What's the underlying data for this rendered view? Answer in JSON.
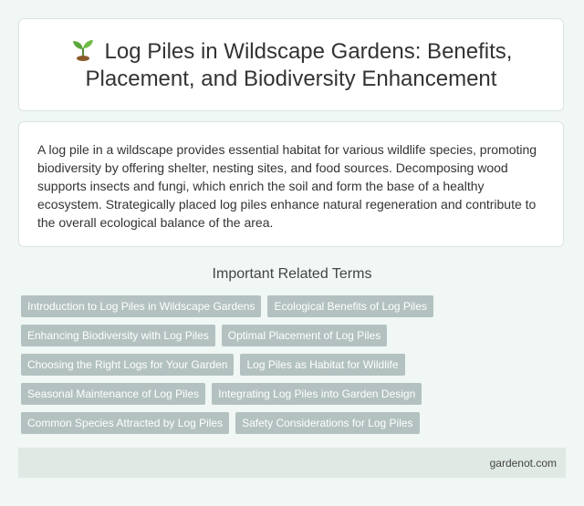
{
  "header": {
    "icon": "sprout-icon",
    "title": "Log Piles in Wildscape Gardens: Benefits, Placement, and Biodiversity Enhancement"
  },
  "description": "A log pile in a wildscape provides essential habitat for various wildlife species, promoting biodiversity by offering shelter, nesting sites, and food sources. Decomposing wood supports insects and fungi, which enrich the soil and form the base of a healthy ecosystem. Strategically placed log piles enhance natural regeneration and contribute to the overall ecological balance of the area.",
  "related": {
    "heading": "Important Related Terms",
    "tags": [
      "Introduction to Log Piles in Wildscape Gardens",
      "Ecological Benefits of Log Piles",
      "Enhancing Biodiversity with Log Piles",
      "Optimal Placement of Log Piles",
      "Choosing the Right Logs for Your Garden",
      "Log Piles as Habitat for Wildlife",
      "Seasonal Maintenance of Log Piles",
      "Integrating Log Piles into Garden Design",
      "Common Species Attracted by Log Piles",
      "Safety Considerations for Log Piles"
    ]
  },
  "footer": {
    "site": "gardenot.com"
  },
  "colors": {
    "background": "#f0f7f4",
    "tag": "#b3c2c1",
    "footer": "#e1e9e5"
  }
}
